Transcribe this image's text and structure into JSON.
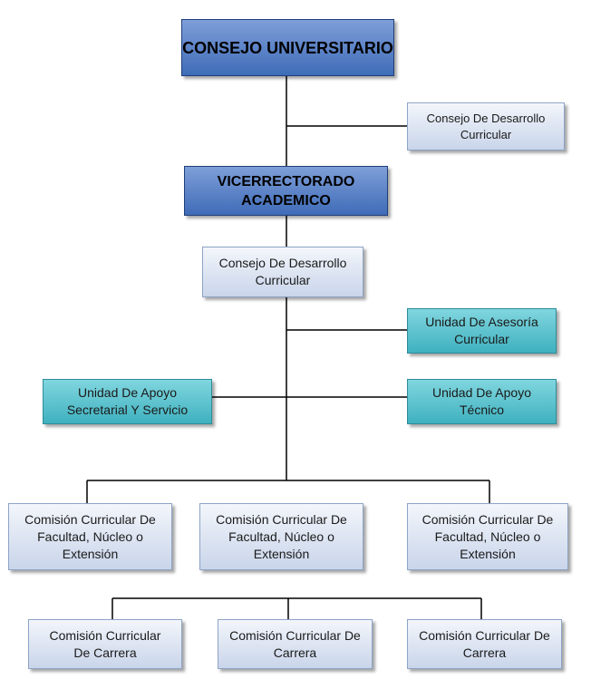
{
  "chart": {
    "consejo_universitario": "CONSEJO UNIVERSITARIO",
    "consejo_desarrollo_top": "Consejo De Desarrollo Curricular",
    "vicerrectorado": "VICERRECTORADO ACADEMICO",
    "consejo_desarrollo_mid": "Consejo De Desarrollo Curricular",
    "unidad_asesoria": "Unidad De Asesoría Curricular",
    "unidad_apoyo_secretarial": "Unidad De Apoyo Secretarial Y Servicio",
    "unidad_apoyo_tecnico": "Unidad De Apoyo Técnico",
    "comisiones_facultad": [
      "Comisión Curricular De Facultad, Núcleo o Extensión",
      "Comisión Curricular De Facultad, Núcleo o Extensión",
      "Comisión Curricular De Facultad, Núcleo o Extensión"
    ],
    "comisiones_carrera": [
      "Comisión Curricular De Carrera",
      "Comisión Curricular De Carrera",
      "Comisión Curricular De Carrera"
    ]
  },
  "colors": {
    "dark_blue": "#3f6cb8",
    "light_blue": "#c9d5ea",
    "teal": "#3fb1bf",
    "lines": "#000000"
  }
}
